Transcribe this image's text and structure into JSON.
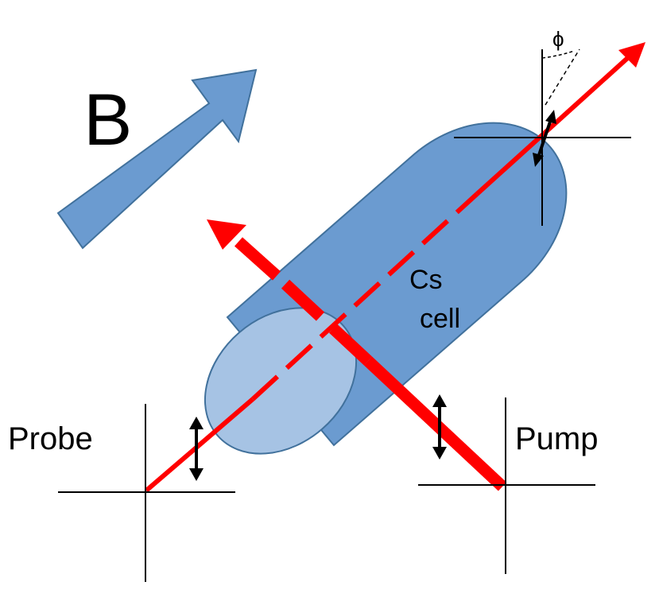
{
  "labels": {
    "field": "B",
    "cell_line1": "Cs",
    "cell_line2": "cell",
    "probe": "Probe",
    "pump": "Pump",
    "angle": "ϕ"
  },
  "colors": {
    "beam": "#ff0000",
    "cell_body": "#6b9bd0",
    "cell_face": "#a6c3e4",
    "cell_outline": "#41719c",
    "axes": "#000000"
  }
}
